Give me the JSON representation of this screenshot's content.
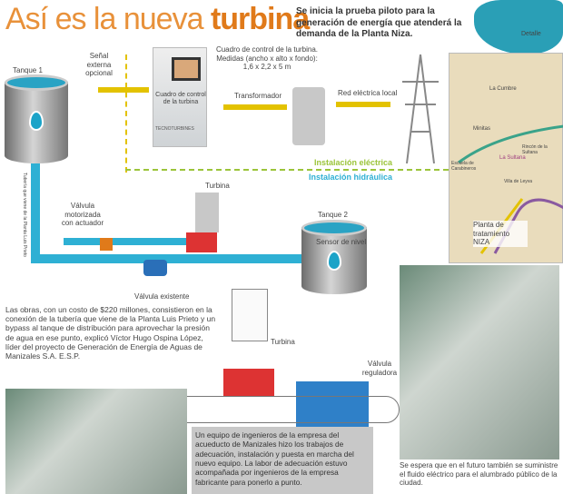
{
  "title": {
    "prefix": "Así es la nueva",
    "highlight": "turbina"
  },
  "subtitle": "Se inicia la prueba piloto para la generación de energía que atenderá la demanda de la Planta Niza.",
  "labels": {
    "tanque1": "Tanque 1",
    "senal": "Señal externa opcional",
    "cuadro_desc": "Cuadro de control de la turbina. Medidas (ancho x alto x fondo): 1,6 x 2,2 x 5 m",
    "cuadro": "Cuadro de control de la turbina",
    "brand": "TECNOTURBINES",
    "transformador": "Transformador",
    "red": "Red eléctrica local",
    "inst_electrica": "Instalación eléctrica",
    "inst_hidraulica": "Instalación hidráulica",
    "turbina": "Turbina",
    "valvula_motorizada": "Válvula motorizada con actuador",
    "tanque2": "Tanque 2",
    "sensor": "Sensor de nivel",
    "valvula_existente": "Válvula existente",
    "vertical_pipe": "Tubería que viene de la Planta Luis Prieto",
    "turbina2": "Turbina",
    "valvula_reguladora": "Válvula reguladora"
  },
  "map": {
    "detalle": "Detalle",
    "places": [
      "La Cumbre",
      "Minitas",
      "La Sultana",
      "Rincón de la Sultana",
      "Escuela de Carabineros",
      "Villa de Leyva"
    ],
    "planta": "Planta de tratamiento NIZA"
  },
  "texts": {
    "obras": "Las obras, con un costo de $220 millones, consistieron en la conexión de la tubería que viene de la Planta Luis Prieto y un bypass al tanque de distribución para aprovechar la presión de agua en ese punto, explicó Víctor Hugo Ospina López, líder del proyecto de Generación de Energía de Aguas de Manizales S.A. E.S.P.",
    "equipo": "Un equipo de ingenieros de la empresa del acueducto de Manizales hizo los trabajos de adecuación, instalación y puesta en marcha del nuevo equipo. La labor de adecuación estuvo acompañada por ingenieros de la empresa fabricante para ponerlo a punto.",
    "futuro": "Se espera que en el futuro también se suministre el fluido eléctrico para el alumbrado público de la ciudad."
  },
  "colors": {
    "accent": "#e07a1a",
    "water": "#2eb0d4",
    "electric": "#e3c200"
  }
}
